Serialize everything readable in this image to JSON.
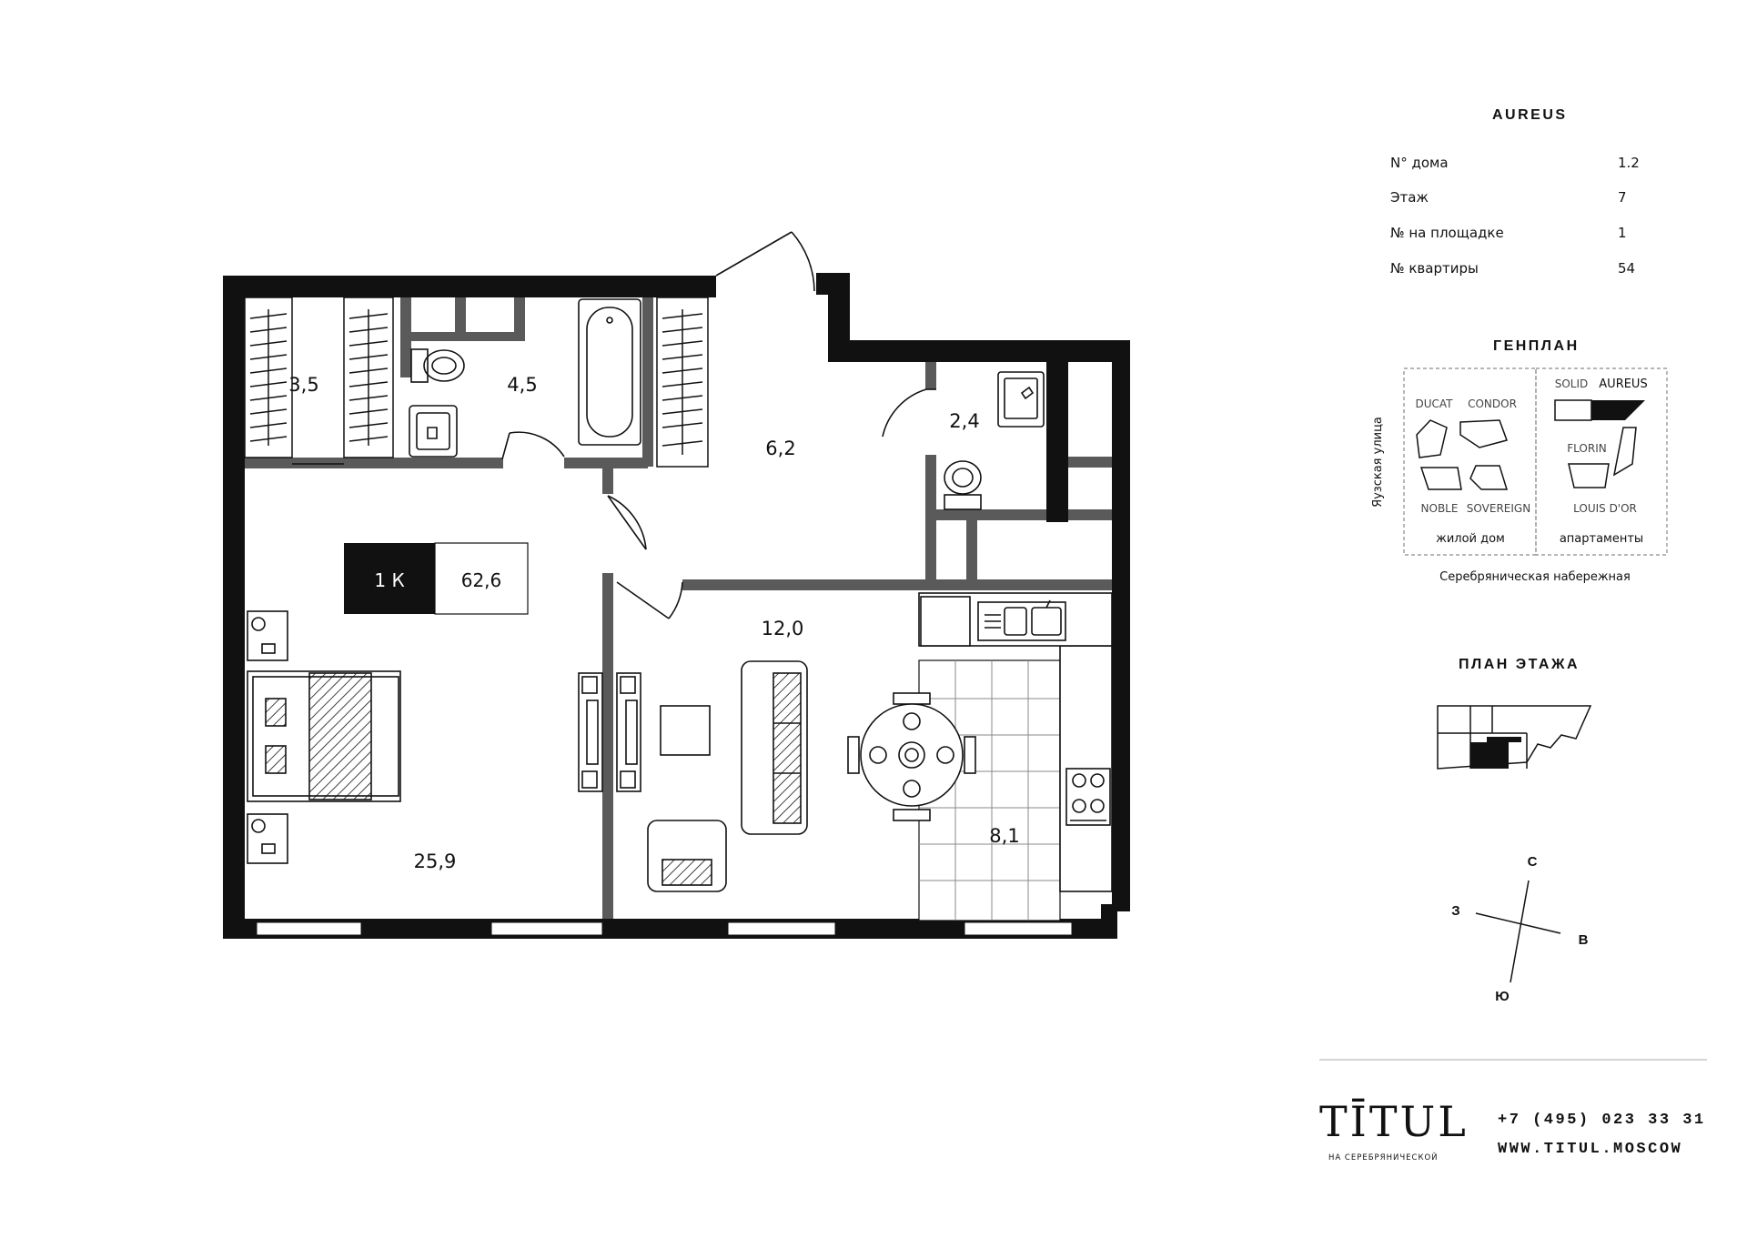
{
  "rooms": [
    {
      "id": "storage",
      "area": "3,5"
    },
    {
      "id": "bathroom",
      "area": "4,5"
    },
    {
      "id": "hall",
      "area": "6,2"
    },
    {
      "id": "wc",
      "area": "2,4"
    },
    {
      "id": "living",
      "area": "12,0"
    },
    {
      "id": "kitchen",
      "area": "8,1"
    },
    {
      "id": "bedroom",
      "area": "25,9"
    }
  ],
  "badge": {
    "type": "1 К",
    "area": "62,6"
  },
  "project": {
    "title": "AUREUS",
    "rows": [
      {
        "label": "N° дома",
        "value": "1.2"
      },
      {
        "label": "Этаж",
        "value": "7"
      },
      {
        "label": "№ на площадке",
        "value": "1"
      },
      {
        "label": "№ квартиры",
        "value": "54"
      }
    ]
  },
  "genplan": {
    "title": "ГЕНПЛАН",
    "street_left": "Яузская улица",
    "street_bottom": "Серебряническая набережная",
    "residential": {
      "caption": "жилой дом",
      "buildings": [
        "DUCAT",
        "CONDOR",
        "NOBLE",
        "SOVEREIGN"
      ]
    },
    "apartments": {
      "caption": "апартаменты",
      "buildings": [
        "SOLID",
        "AUREUS",
        "FLORIN",
        "LOUIS D'OR"
      ]
    }
  },
  "floorplan_mini": {
    "title": "ПЛАН ЭТАЖА"
  },
  "compass": {
    "north": "С",
    "south": "Ю",
    "west": "З",
    "east": "В"
  },
  "footer": {
    "logo": "TĪTUL",
    "logo_sub": "НА СЕРЕБРЯНИЧЕСКОЙ",
    "phone": "+7 (495) 023 33 31",
    "website": "WWW.TITUL.MOSCOW"
  },
  "colors": {
    "wall_outer": "#111111",
    "wall_inner": "#5a5a5a",
    "badge_dark": "#111111",
    "dashed": "#8a8a8a"
  }
}
